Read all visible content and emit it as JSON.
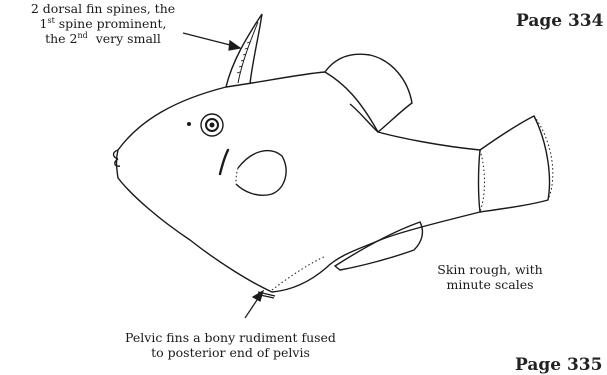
{
  "page_numbers": {
    "top": "Page 334",
    "bottom": "Page 335"
  },
  "annotations": {
    "spines": {
      "line1": "2 dorsal fin spines, the",
      "ord1": "1",
      "ord1_sup": "st",
      "line2_rest": " spine prominent,",
      "line3_pre": "the 2",
      "ord2_sup": "nd",
      "line3_rest": "  very small"
    },
    "skin": [
      "Skin rough, with",
      "minute scales"
    ],
    "pelvic": [
      "Pelvic fins a bony rudiment fused",
      "to posterior end of pelvis"
    ]
  },
  "colors": {
    "ink": "#1a1a1a",
    "background": "#ffffff"
  }
}
